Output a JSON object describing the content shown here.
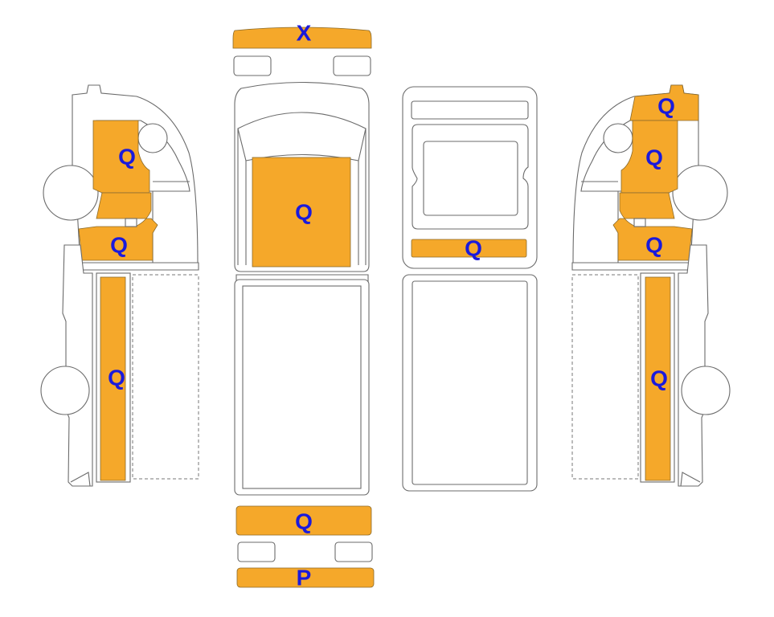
{
  "colors": {
    "damage_fill": "#F5A82A",
    "label": "#1A1ADC",
    "outline": "#6B6B6B"
  },
  "zones": [
    {
      "id": "front-bumper",
      "code": "X"
    },
    {
      "id": "hood",
      "code": "Q"
    },
    {
      "id": "rear-bumper-upper",
      "code": "Q"
    },
    {
      "id": "rear-bumper-lower",
      "code": "P"
    },
    {
      "id": "roof-cowl",
      "code": "Q"
    },
    {
      "id": "left-front-door",
      "code": "Q"
    },
    {
      "id": "left-front-fender-lower",
      "code": "Q"
    },
    {
      "id": "left-bed-side",
      "code": "Q"
    },
    {
      "id": "right-cab-top",
      "code": "Q"
    },
    {
      "id": "right-front-door",
      "code": "Q"
    },
    {
      "id": "right-front-fender-lower",
      "code": "Q"
    },
    {
      "id": "right-bed-side",
      "code": "Q"
    }
  ]
}
